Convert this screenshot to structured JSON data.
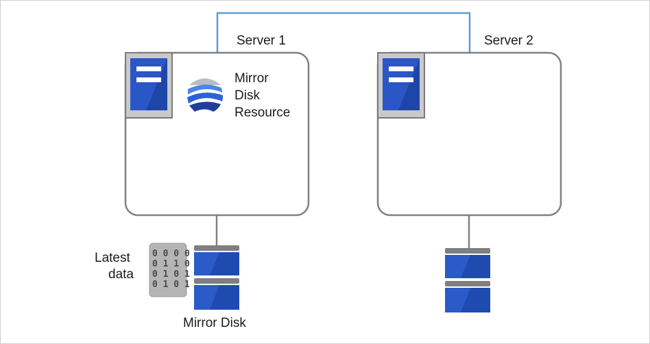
{
  "server1": {
    "label": "Server 1"
  },
  "server2": {
    "label": "Server 2"
  },
  "resource": {
    "lines": [
      "Mirror",
      "Disk",
      "Resource"
    ]
  },
  "latest": {
    "lines": [
      "Latest",
      "data"
    ]
  },
  "bits": {
    "rows": [
      "0 0 0 0",
      "0 1 1 0",
      "0 1 0 1",
      "0 1 0 1"
    ]
  },
  "mirror_disk": {
    "label": "Mirror Disk"
  },
  "colors": {
    "network": "#5b9bd5",
    "server_border": "#808080",
    "disk_blue": "#2a5bc8",
    "disk_cap": "#7f7f7f"
  }
}
